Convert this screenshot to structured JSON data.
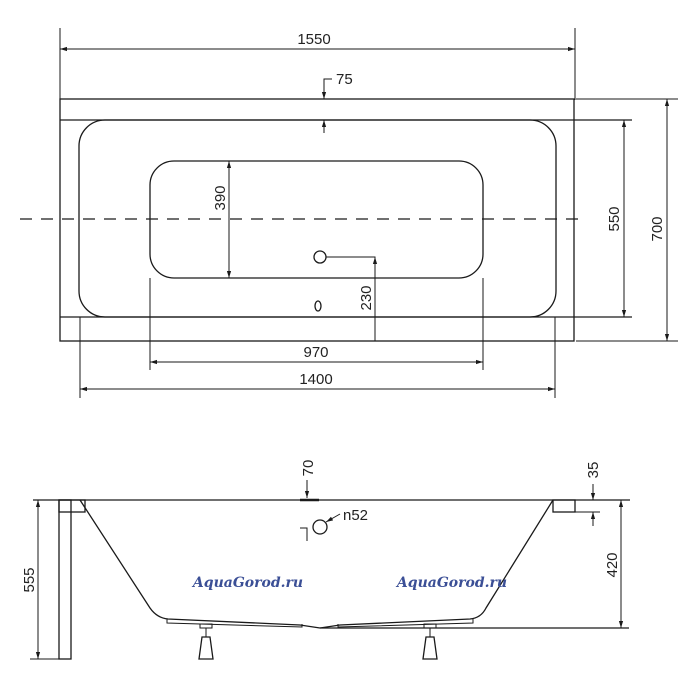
{
  "top_view": {
    "dims": {
      "overall_length": "1550",
      "rim_width": "75",
      "inner_bottom_width": "390",
      "bowl_width": "550",
      "overall_width": "700",
      "drain_offset": "230",
      "inner_bottom_length": "970",
      "bowl_length": "1400"
    }
  },
  "side_view": {
    "dims": {
      "drain_position": "70",
      "overflow": "n52",
      "rim_thickness": "35",
      "overall_height": "555",
      "bowl_depth": "420"
    },
    "watermarks": [
      "AquaGorod.ru",
      "AquaGorod.ru"
    ]
  },
  "colors": {
    "line": "#1a1a1a",
    "watermark": "#3b4f96"
  }
}
